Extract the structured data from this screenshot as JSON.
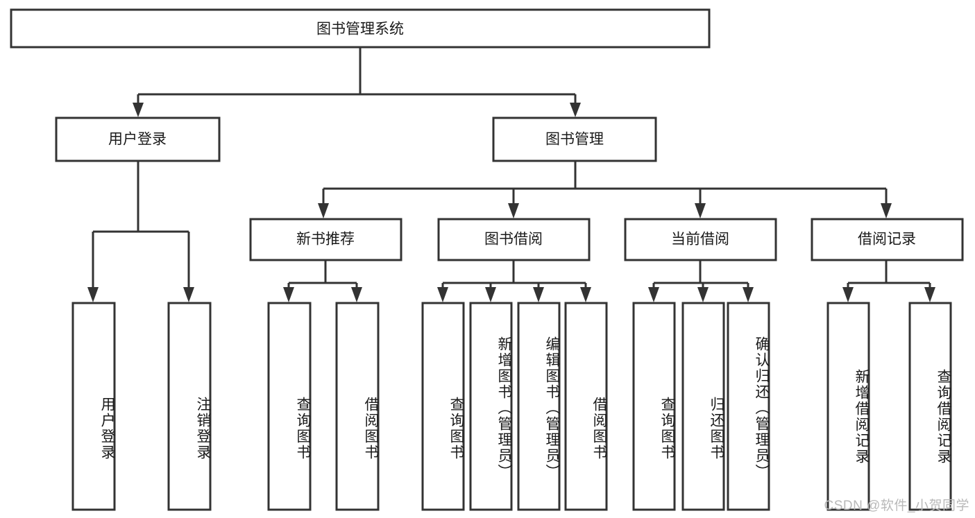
{
  "diagram": {
    "title": "图书管理系统",
    "type": "tree-hierarchy",
    "watermark": "CSDN @软件_小贺同学",
    "root": {
      "label": "图书管理系统",
      "orientation": "horizontal"
    },
    "level2": [
      {
        "label": "用户登录",
        "orientation": "horizontal"
      },
      {
        "label": "图书管理",
        "orientation": "horizontal"
      }
    ],
    "level3": [
      {
        "label": "新书推荐",
        "orientation": "horizontal"
      },
      {
        "label": "图书借阅",
        "orientation": "horizontal"
      },
      {
        "label": "当前借阅",
        "orientation": "horizontal"
      },
      {
        "label": "借阅记录",
        "orientation": "horizontal"
      }
    ],
    "leaves": {
      "user_login": [
        {
          "label": "用户登录",
          "orientation": "vertical"
        },
        {
          "label": "注销登录",
          "orientation": "vertical"
        }
      ],
      "new_book_recommend": [
        {
          "label": "查询图书",
          "orientation": "vertical"
        },
        {
          "label": "借阅图书",
          "orientation": "vertical"
        }
      ],
      "book_borrow": [
        {
          "label": "查询图书",
          "orientation": "vertical"
        },
        {
          "label": "新增图书（管理员）",
          "orientation": "vertical"
        },
        {
          "label": "编辑图书（管理员）",
          "orientation": "vertical"
        },
        {
          "label": "借阅图书",
          "orientation": "vertical"
        }
      ],
      "current_borrow": [
        {
          "label": "查询图书",
          "orientation": "vertical"
        },
        {
          "label": "归还图书",
          "orientation": "vertical"
        },
        {
          "label": "确认归还（管理员）",
          "orientation": "vertical"
        }
      ],
      "borrow_record": [
        {
          "label": "新增借阅记录",
          "orientation": "vertical"
        },
        {
          "label": "查询借阅记录",
          "orientation": "vertical"
        }
      ]
    },
    "colors": {
      "stroke": "#333333",
      "fill": "#ffffff",
      "text": "#1a1a1a",
      "watermark": "#b9b9b9"
    }
  }
}
